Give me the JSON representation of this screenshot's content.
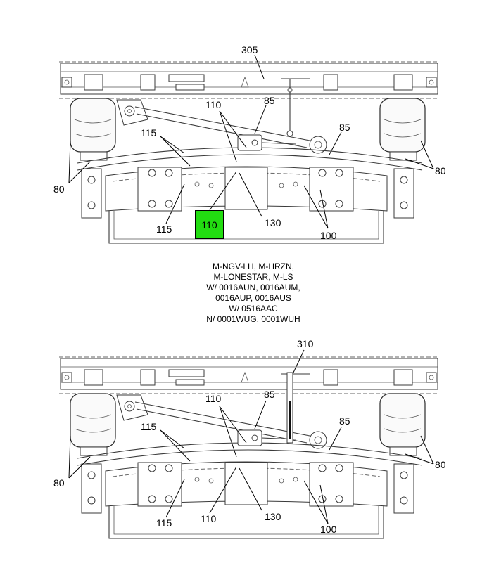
{
  "top_view": {
    "callouts": {
      "c305": "305",
      "c110": "110",
      "c85_left": "85",
      "c85_right": "85",
      "c115_upper": "115",
      "c115_lower": "115",
      "c80_left": "80",
      "c80_right": "80",
      "c130": "130",
      "c100": "100"
    },
    "highlighted_callout": "110"
  },
  "applicability_note": {
    "lines": [
      "M-NGV-LH, M-HRZN,",
      "M-LONESTAR, M-LS",
      "W/ 0016AUN, 0016AUM,",
      "0016AUP, 0016AUS",
      "W/ 0516AAC",
      "N/ 0001WUG, 0001WUH"
    ]
  },
  "bottom_view": {
    "callouts": {
      "c310": "310",
      "c110_upper": "110",
      "c110_lower": "110",
      "c85_left": "85",
      "c85_right": "85",
      "c115_upper": "115",
      "c115_lower": "115",
      "c80_left": "80",
      "c80_right": "80",
      "c130": "130",
      "c100": "100"
    }
  },
  "colors": {
    "highlight": "#22dd11",
    "linework": "#3a3a3a"
  }
}
